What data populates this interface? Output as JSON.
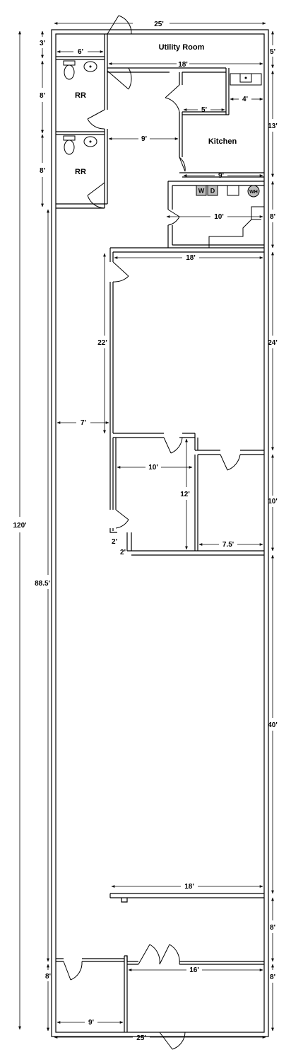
{
  "rooms": {
    "utility": "Utility Room",
    "rr1": "RR",
    "rr2": "RR",
    "kitchen": "Kitchen"
  },
  "appliances": {
    "washer": "W",
    "dryer": "D",
    "water_heater": "WH"
  },
  "dimensions": {
    "top_width": "25'",
    "bottom_width": "25'",
    "total_length": "120'",
    "left_run": "88.5'",
    "utility_height": "3'",
    "utility_right": "5'",
    "rr_width": "6'",
    "utility_length": "18'",
    "rr1_height": "8'",
    "rr2_height": "8'",
    "closet_width": "5'",
    "sink_width": "4'",
    "kitchen_height": "13'",
    "hall_width": "9'",
    "kitchen_width": "9'",
    "laundry_width": "10'",
    "laundry_height": "8'",
    "office_width": "18'",
    "office_right": "24'",
    "office_depth": "22'",
    "corridor_width": "7'",
    "room_a_width": "10'",
    "room_a_depth": "12'",
    "room_b_height": "10'",
    "room_b_width": "7.5'",
    "step_a": "2'",
    "step_b": "2'",
    "open_area": "40'",
    "lower_width": "18'",
    "lower_right": "8'",
    "rear_right": "8'",
    "rear_width": "16'",
    "rear_left": "8'",
    "rear_left_width": "9'"
  }
}
